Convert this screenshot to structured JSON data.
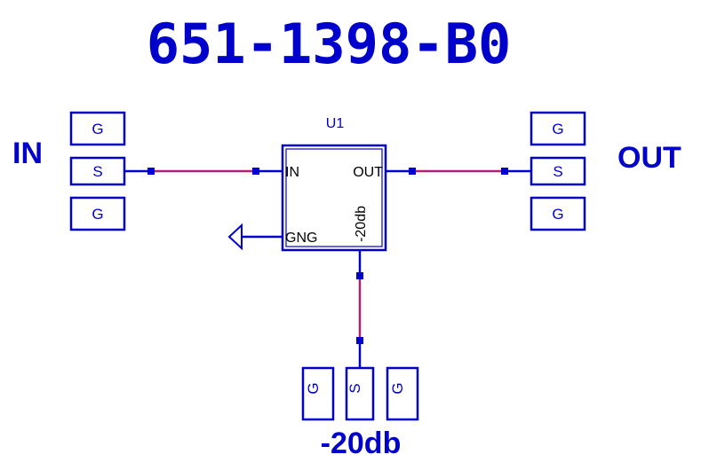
{
  "title": "651-1398-B0",
  "labels": {
    "in": "IN",
    "out": "OUT",
    "tap": "-20db"
  },
  "component": {
    "ref": "U1",
    "pins": {
      "in": "IN",
      "out": "OUT",
      "gnd": "GNG",
      "tap": "-20db"
    }
  },
  "pads": {
    "left": [
      "G",
      "S",
      "G"
    ],
    "right": [
      "G",
      "S",
      "G"
    ],
    "bottom": [
      "G",
      "S",
      "G"
    ]
  },
  "colors": {
    "component": "#0000cc",
    "net": "#aa2277"
  }
}
